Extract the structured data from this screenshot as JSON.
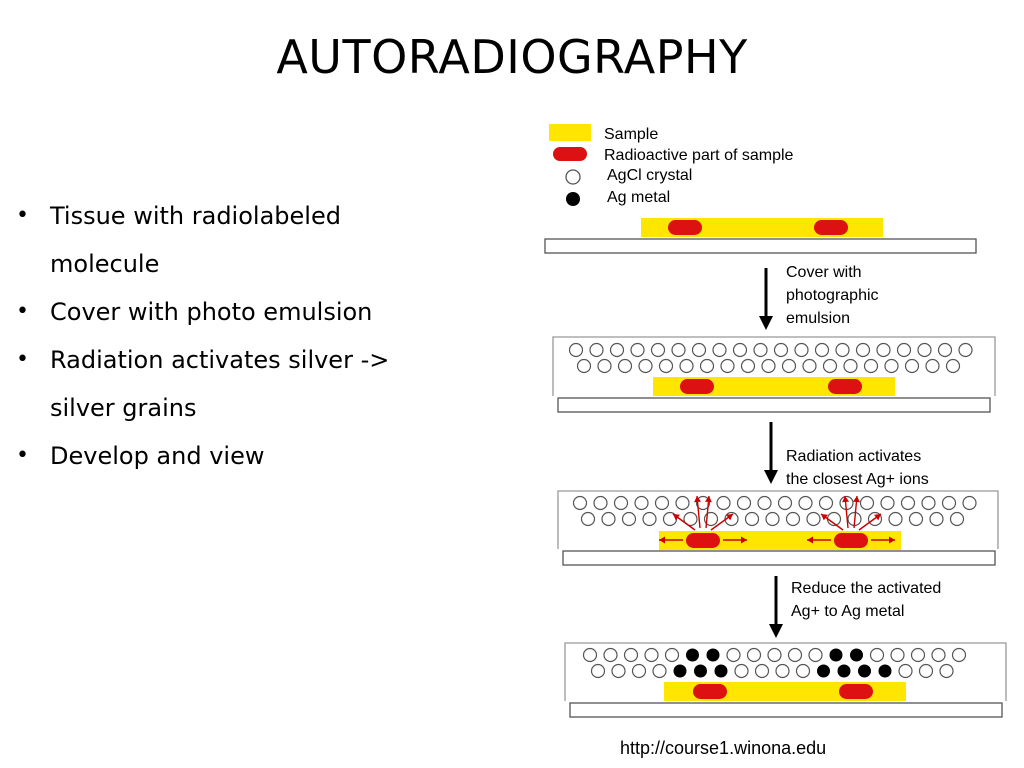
{
  "slide": {
    "title": "AUTORADIOGRAPHY",
    "bullets": [
      "Tissue with radiolabeled molecule",
      "Cover with photo emulsion",
      "Radiation activates silver -> silver grains",
      "Develop and view"
    ],
    "source": "http://course1.winona.edu"
  },
  "diagram": {
    "legend": [
      {
        "label": "Sample",
        "symbol": "sample-rect-icon"
      },
      {
        "label": "Radioactive part of sample",
        "symbol": "radioactive-pill-icon"
      },
      {
        "label": "AgCl crystal",
        "symbol": "open-circle-icon"
      },
      {
        "label": "Ag metal",
        "symbol": "filled-circle-icon"
      }
    ],
    "steps": [
      {
        "line1": "Cover with",
        "line2": "photographic",
        "line3": "emulsion"
      },
      {
        "line1": "Radiation activates",
        "line2": "the closest Ag+ ions"
      },
      {
        "line1": "Reduce the activated",
        "line2": "Ag+ to Ag metal"
      }
    ],
    "colors": {
      "sample": "#ffe600",
      "radioactive": "#dd1111",
      "arrow": "#cc0000",
      "outline": "#555555"
    }
  }
}
